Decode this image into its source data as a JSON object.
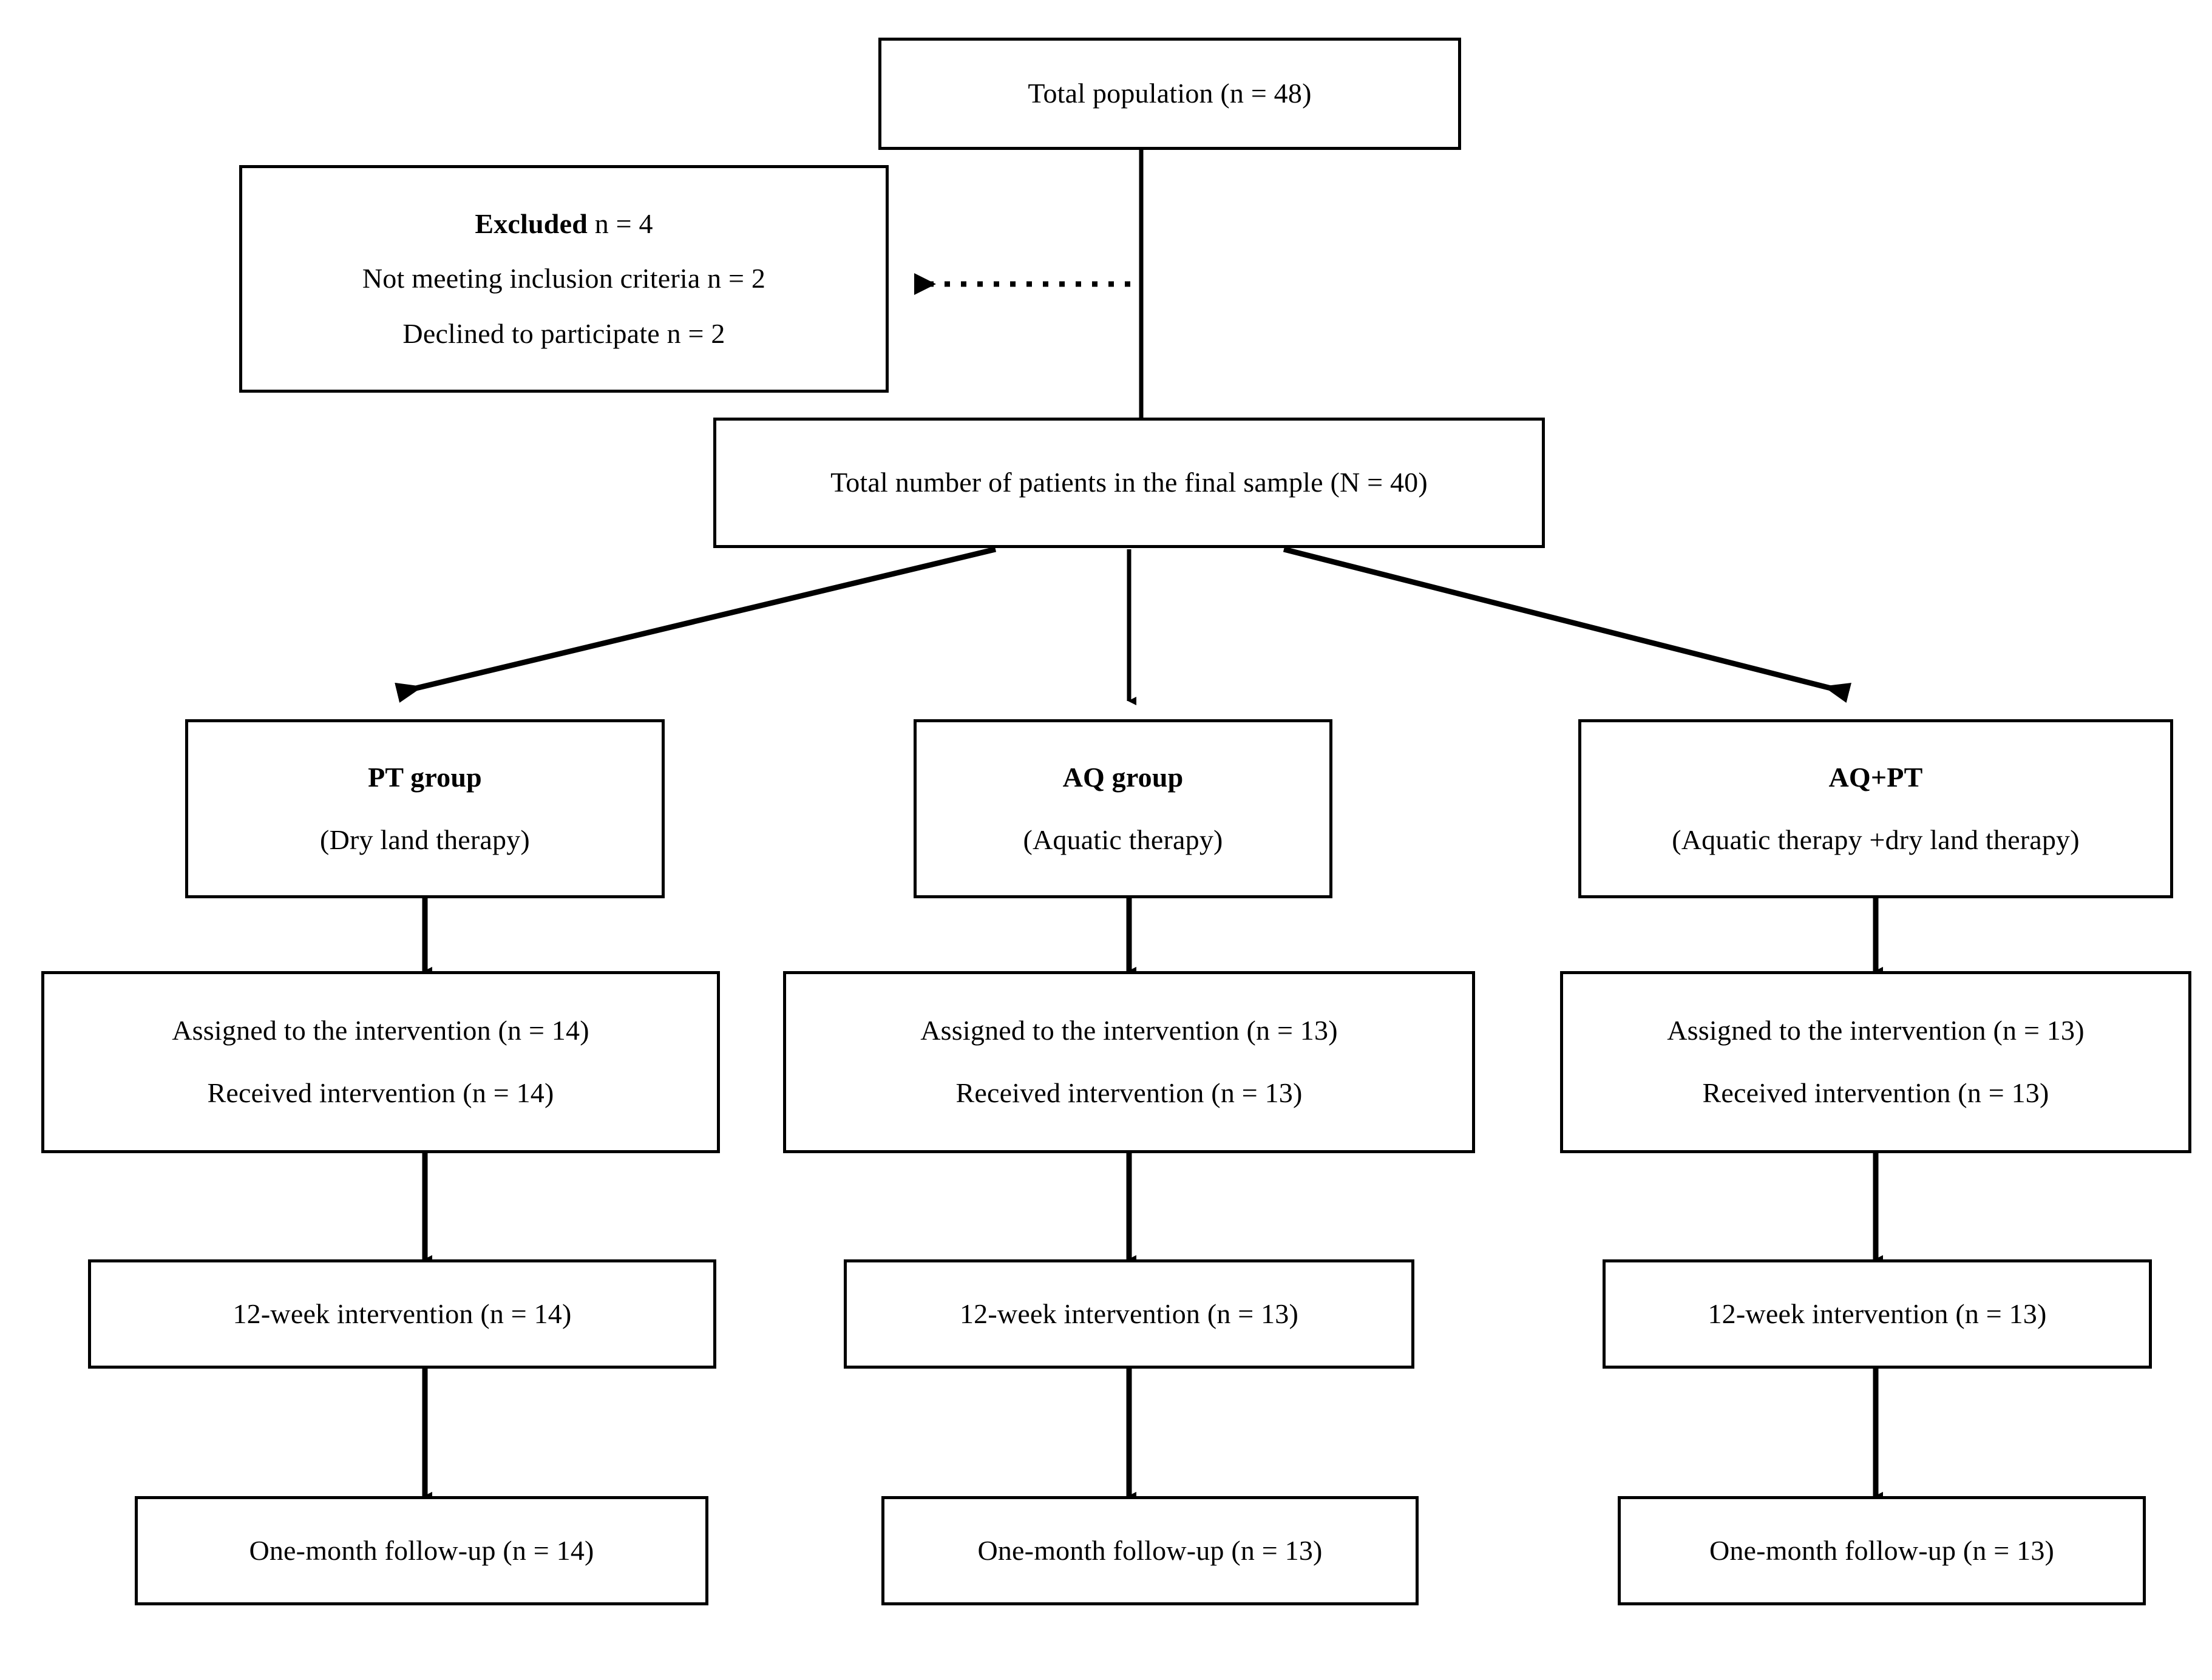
{
  "diagram": {
    "type": "consort-participant-flow",
    "nodes": {
      "total_population": {
        "label": "Total population (n = 48)",
        "n": 48
      },
      "excluded": {
        "heading_bold": "Excluded",
        "heading_rest": " n = 4",
        "reason_1": "Not meeting inclusion criteria n = 2",
        "reason_2": "Declined to participate n = 2",
        "total_excluded": 4,
        "not_meeting_inclusion_criteria": 2,
        "declined_to_participate": 2
      },
      "final_sample": {
        "label": "Total number of patients in the final sample (N = 40)",
        "n": 40
      }
    },
    "arms": [
      {
        "key": "pt",
        "title": "PT group",
        "subtitle": "(Dry land therapy)",
        "assigned": "Assigned to the intervention (n = 14)",
        "received": "Received intervention (n = 14)",
        "intervention": "12-week intervention (n = 14)",
        "followup": "One-month follow-up (n = 14)",
        "n": 14
      },
      {
        "key": "aq",
        "title": "AQ group",
        "subtitle": "(Aquatic therapy)",
        "assigned": "Assigned to the intervention (n = 13)",
        "received": "Received intervention (n = 13)",
        "intervention": "12-week intervention (n = 13)",
        "followup": "One-month follow-up (n = 13)",
        "n": 13
      },
      {
        "key": "aqpt",
        "title": "AQ+PT",
        "subtitle": "(Aquatic therapy +dry land therapy)",
        "assigned": "Assigned to the intervention (n = 13)",
        "received": "Received intervention (n = 13)",
        "intervention": "12-week intervention (n = 13)",
        "followup": "One-month follow-up (n = 13)",
        "n": 13
      }
    ],
    "connectors": [
      {
        "name": "population-to-final-stem",
        "style": "solid"
      },
      {
        "name": "population-to-excluded",
        "style": "dotted",
        "arrow": "left"
      },
      {
        "name": "final-to-pt",
        "style": "solid",
        "arrow": "down-left"
      },
      {
        "name": "final-to-aq",
        "style": "solid",
        "arrow": "down"
      },
      {
        "name": "final-to-aqpt",
        "style": "solid",
        "arrow": "down-right"
      },
      {
        "name": "arm-group-to-assigned",
        "style": "solid",
        "arrow": "down"
      },
      {
        "name": "arm-assigned-to-intervention",
        "style": "solid",
        "arrow": "down"
      },
      {
        "name": "arm-intervention-to-followup",
        "style": "solid",
        "arrow": "down"
      }
    ],
    "colors": {
      "stroke": "#000000",
      "fill": "#ffffff",
      "text": "#000000"
    }
  }
}
